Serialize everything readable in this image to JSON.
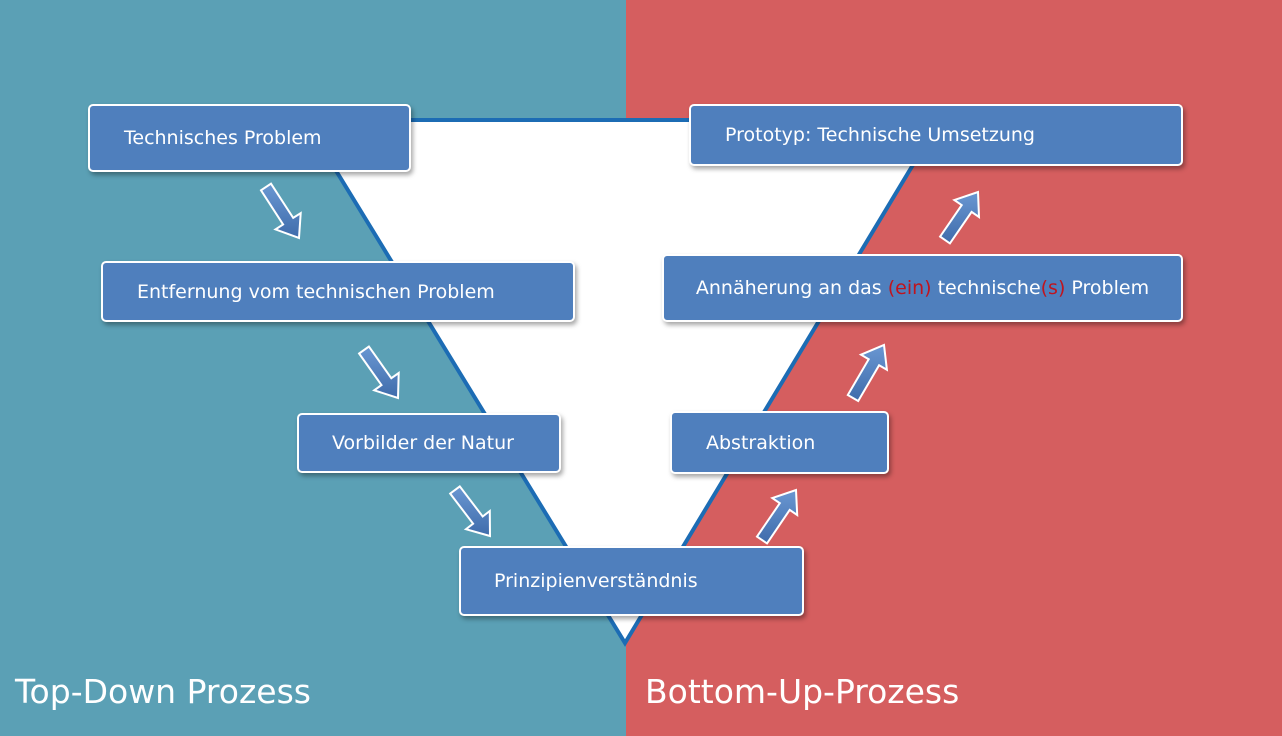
{
  "colors": {
    "left_bg": "#5ba0b5",
    "right_bg": "#d55e5f",
    "triangle_fill": "#ffffff",
    "triangle_stroke": "#1c6cb4",
    "box_fill": "#4f7fbd",
    "box_border": "#ffffff",
    "arrow_fill": "#4f7fbd",
    "highlight_text": "#c0141d"
  },
  "top_down": {
    "footer": "Top-Down Prozess",
    "steps": [
      {
        "label": "Technisches Problem"
      },
      {
        "label": "Entfernung vom technischen Problem"
      },
      {
        "label": "Vorbilder der Natur"
      }
    ]
  },
  "center": {
    "label": "Prinzipienverständnis"
  },
  "bottom_up": {
    "footer": "Bottom-Up-Prozess",
    "steps": [
      {
        "label": "Abstraktion"
      },
      {
        "label_parts": [
          "Annäherung an das ",
          "(ein)",
          " technische",
          "(s)",
          " Problem"
        ]
      },
      {
        "label": "Prototyp:  Technische Umsetzung"
      }
    ]
  },
  "icons": {
    "down_arrow": "arrow-down-right-icon",
    "up_arrow": "arrow-up-right-icon"
  }
}
